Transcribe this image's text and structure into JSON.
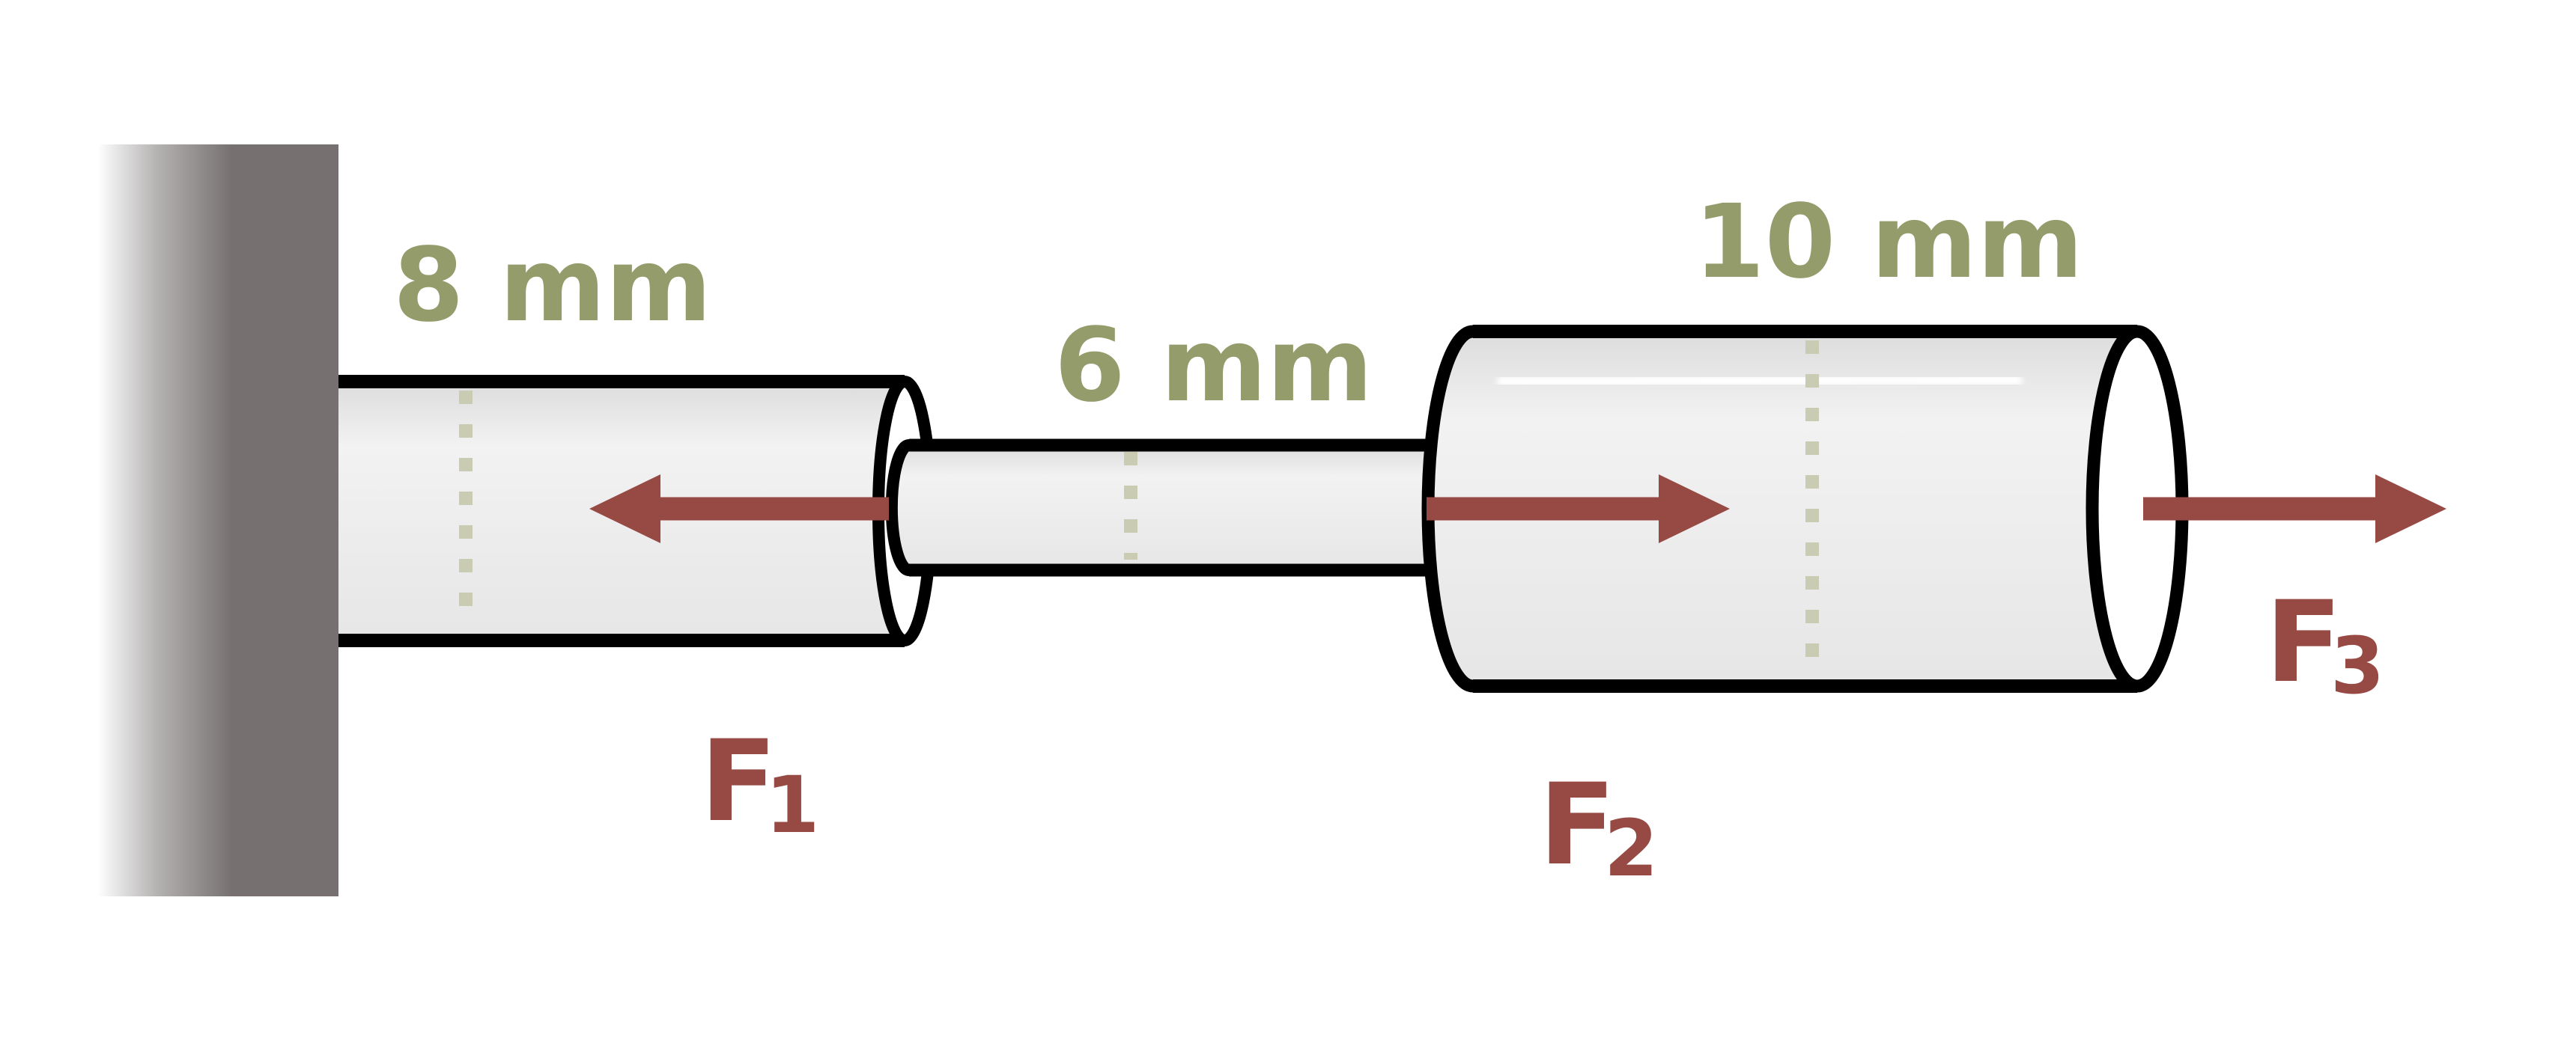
{
  "diagram": {
    "wall": {
      "icon": "fixed-wall-support"
    },
    "segments": [
      {
        "diameter_label": "8 mm"
      },
      {
        "diameter_label": "6 mm"
      },
      {
        "diameter_label": "10 mm"
      }
    ],
    "forces": [
      {
        "symbol": "F",
        "subscript": "1",
        "direction": "left"
      },
      {
        "symbol": "F",
        "subscript": "2",
        "direction": "right"
      },
      {
        "symbol": "F",
        "subscript": "3",
        "direction": "right"
      }
    ]
  },
  "colors": {
    "dimension_label": "#939c6a",
    "force": "#974944",
    "wall": "#767170",
    "rod_fill": "#e8e8e8",
    "outline": "#000000"
  }
}
